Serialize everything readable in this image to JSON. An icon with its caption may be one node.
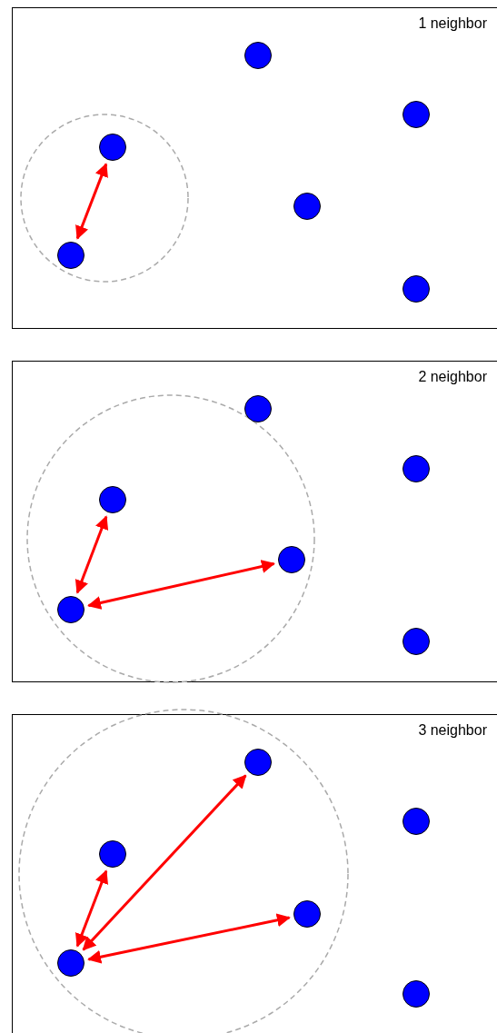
{
  "diagram": {
    "nodes": [
      {
        "text": [
          "1 neighbor"
        ]
      },
      {
        "text": [],
        "shape": "circle",
        "in": 0
      },
      {
        "text": [],
        "shape": "circle",
        "in": 0
      },
      {
        "text": [],
        "shape": "circle",
        "in": 0
      },
      {
        "text": [],
        "shape": "circle",
        "in": 0
      },
      {
        "text": [],
        "shape": "circle",
        "in": 0
      },
      {
        "text": [],
        "shape": "circle",
        "in": 0
      },
      {
        "text": [
          "2 neighbor"
        ]
      },
      {
        "text": [],
        "shape": "circle",
        "in": 7
      },
      {
        "text": [],
        "shape": "circle",
        "in": 7
      },
      {
        "text": [],
        "shape": "circle",
        "in": 7
      },
      {
        "text": [],
        "shape": "circle",
        "in": 7
      },
      {
        "text": [],
        "shape": "circle",
        "in": 7
      },
      {
        "text": [],
        "shape": "circle",
        "in": 7
      },
      {
        "text": [
          "3 neighbor"
        ]
      },
      {
        "text": [],
        "shape": "circle",
        "in": 14
      },
      {
        "text": [],
        "shape": "circle",
        "in": 14
      },
      {
        "text": [],
        "shape": "circle",
        "in": 14
      },
      {
        "text": [],
        "shape": "circle",
        "in": 14
      },
      {
        "text": [],
        "shape": "circle",
        "in": 14
      },
      {
        "text": [],
        "shape": "circle",
        "in": 14
      }
    ],
    "edges": [
      {
        "from": 3,
        "to": 5,
        "arrow": "both"
      },
      {
        "from": 10,
        "to": 12,
        "arrow": "both"
      },
      {
        "from": 12,
        "to": 11,
        "arrow": "both"
      },
      {
        "from": 17,
        "to": 19,
        "arrow": "both"
      },
      {
        "from": 19,
        "to": 15,
        "arrow": "both"
      },
      {
        "from": 19,
        "to": 18,
        "arrow": "both"
      }
    ]
  }
}
